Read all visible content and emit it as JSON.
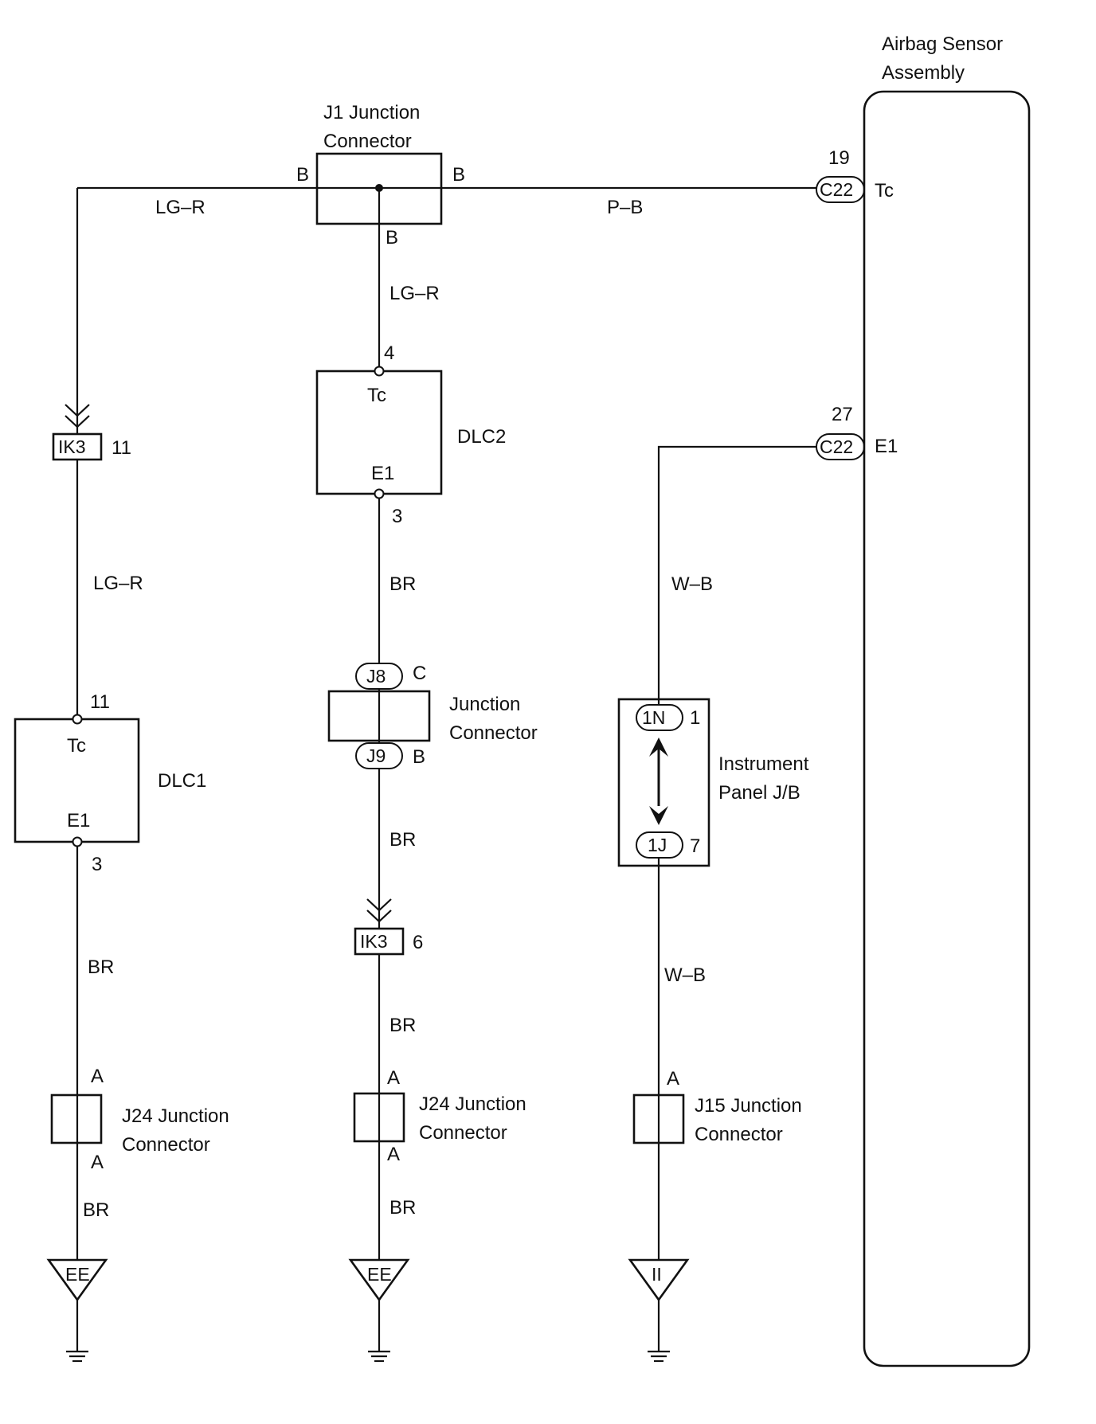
{
  "airbag": {
    "title_line1": "Airbag Sensor",
    "title_line2": "Assembly",
    "pin_tc": "Tc",
    "pin_e1": "E1"
  },
  "c22_top": {
    "name": "C22",
    "pin": "19"
  },
  "c22_bottom": {
    "name": "C22",
    "pin": "27"
  },
  "j1": {
    "title_line1": "J1  Junction",
    "title_line2": "Connector",
    "pin_left": "B",
    "pin_right": "B",
    "pin_bottom": "B"
  },
  "wires": {
    "lgr_top": "LG–R",
    "pb": "P–B",
    "lgr_mid": "LG–R",
    "lgr_left": "LG–R",
    "br_mid1": "BR",
    "br_mid2": "BR",
    "br_mid3": "BR",
    "br_mid4": "BR",
    "br_left1": "BR",
    "br_left2": "BR",
    "wb1": "W–B",
    "wb2": "W–B"
  },
  "dlc2": {
    "name": "DLC2",
    "pin_tc": "Tc",
    "pin_e1": "E1",
    "num_top": "4",
    "num_bottom": "3"
  },
  "dlc1": {
    "name": "DLC1",
    "pin_tc": "Tc",
    "pin_e1": "E1",
    "num_top": "11",
    "num_bottom": "3"
  },
  "ik3_left": {
    "name": "IK3",
    "pin": "11"
  },
  "ik3_mid": {
    "name": "IK3",
    "pin": "6"
  },
  "jc": {
    "j8": "J8",
    "j8_pin": "C",
    "j9": "J9",
    "j9_pin": "B",
    "label_line1": "Junction",
    "label_line2": "Connector"
  },
  "ipjb": {
    "top": "1N",
    "top_pin": "1",
    "bottom": "1J",
    "bottom_pin": "7",
    "label_line1": "Instrument",
    "label_line2": "Panel J/B"
  },
  "j24_left": {
    "pin_top": "A",
    "pin_bottom": "A",
    "label_line1": "J24 Junction",
    "label_line2": "Connector"
  },
  "j24_mid": {
    "pin_top": "A",
    "pin_bottom": "A",
    "label_line1": "J24  Junction",
    "label_line2": "Connector"
  },
  "j15": {
    "pin_top": "A",
    "label_line1": "J15 Junction",
    "label_line2": "Connector"
  },
  "grounds": {
    "left": "EE",
    "mid": "EE",
    "right": "II"
  }
}
